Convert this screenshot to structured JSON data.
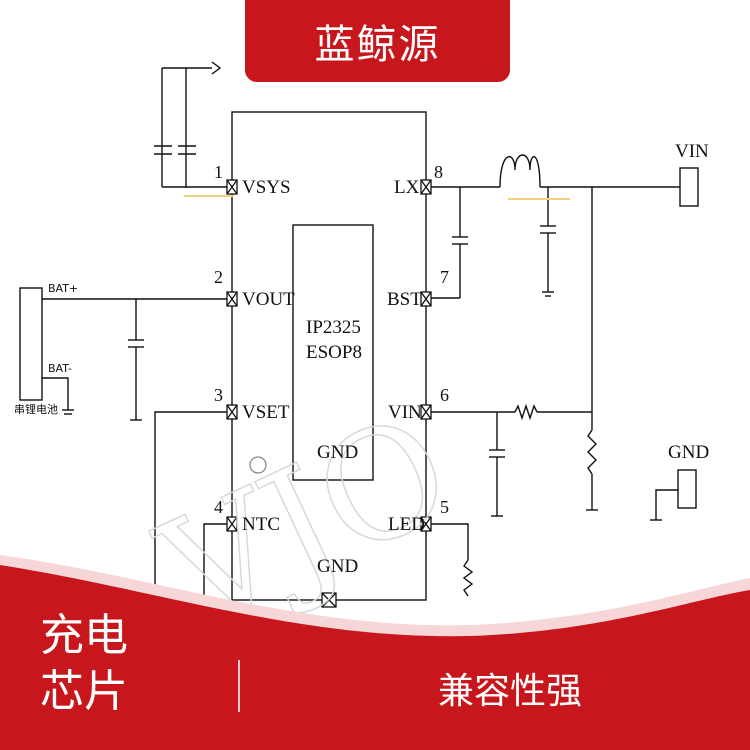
{
  "brand": {
    "name": "蓝鲸源"
  },
  "chip": {
    "part": "IP2325",
    "package": "ESOP8",
    "inner_gnd": "GND",
    "bottom_gnd": "GND"
  },
  "pins": [
    {
      "num": "1",
      "name": "VSYS"
    },
    {
      "num": "2",
      "name": "VOUT"
    },
    {
      "num": "3",
      "name": "VSET"
    },
    {
      "num": "4",
      "name": "NTC"
    },
    {
      "num": "8",
      "name": "LX"
    },
    {
      "num": "7",
      "name": "BST"
    },
    {
      "num": "6",
      "name": "VIN"
    },
    {
      "num": "5",
      "name": "LED"
    }
  ],
  "connectors": {
    "vin": "VIN",
    "gnd": "GND"
  },
  "battery": {
    "plus": "BAT+",
    "minus": "BAT-",
    "label": "串锂电池"
  },
  "footer": {
    "product_line1": "充电",
    "product_line2": "芯片",
    "feature": "兼容性强"
  },
  "colors": {
    "brand_red": "#c8161d",
    "band_light": "#f6d6d7",
    "line": "#111111"
  }
}
